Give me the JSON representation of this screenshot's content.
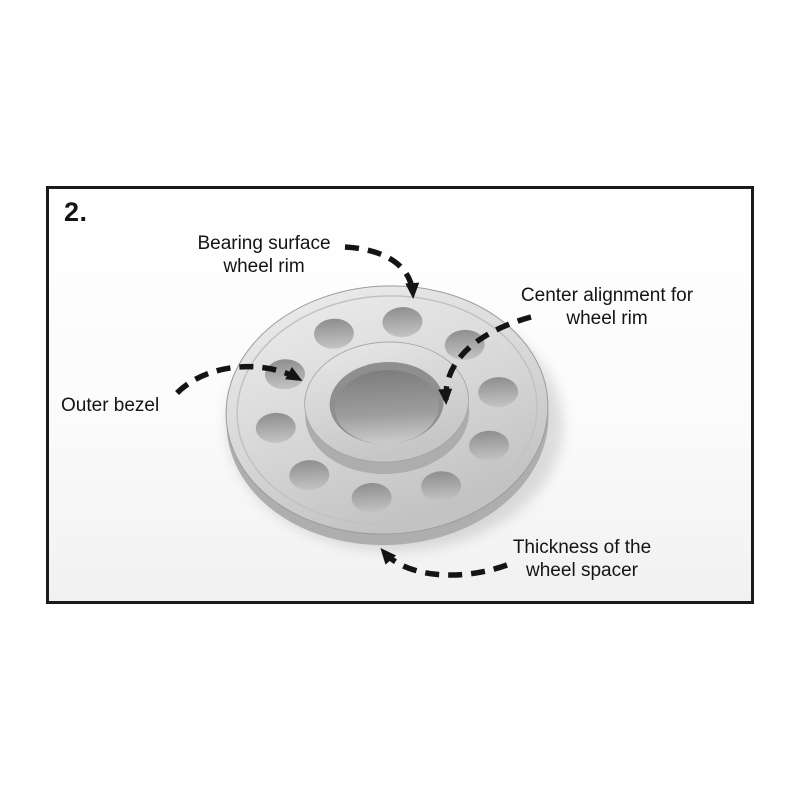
{
  "figure": {
    "step_number": "2.",
    "labels": {
      "bearing_surface": "Bearing surface\nwheel rim",
      "center_alignment": "Center alignment for\nwheel rim",
      "outer_bezel": "Outer bezel",
      "thickness": "Thickness of the\nwheel spacer"
    },
    "illustration_subject": "wheel-spacer",
    "colors": {
      "panel_border": "#1a1a1a",
      "text": "#141414",
      "arrow": "#141414",
      "spacer_light": "#e9e9e9",
      "spacer_mid": "#cccccc",
      "spacer_dark": "#8f8f8f",
      "background": "#ffffff"
    }
  }
}
